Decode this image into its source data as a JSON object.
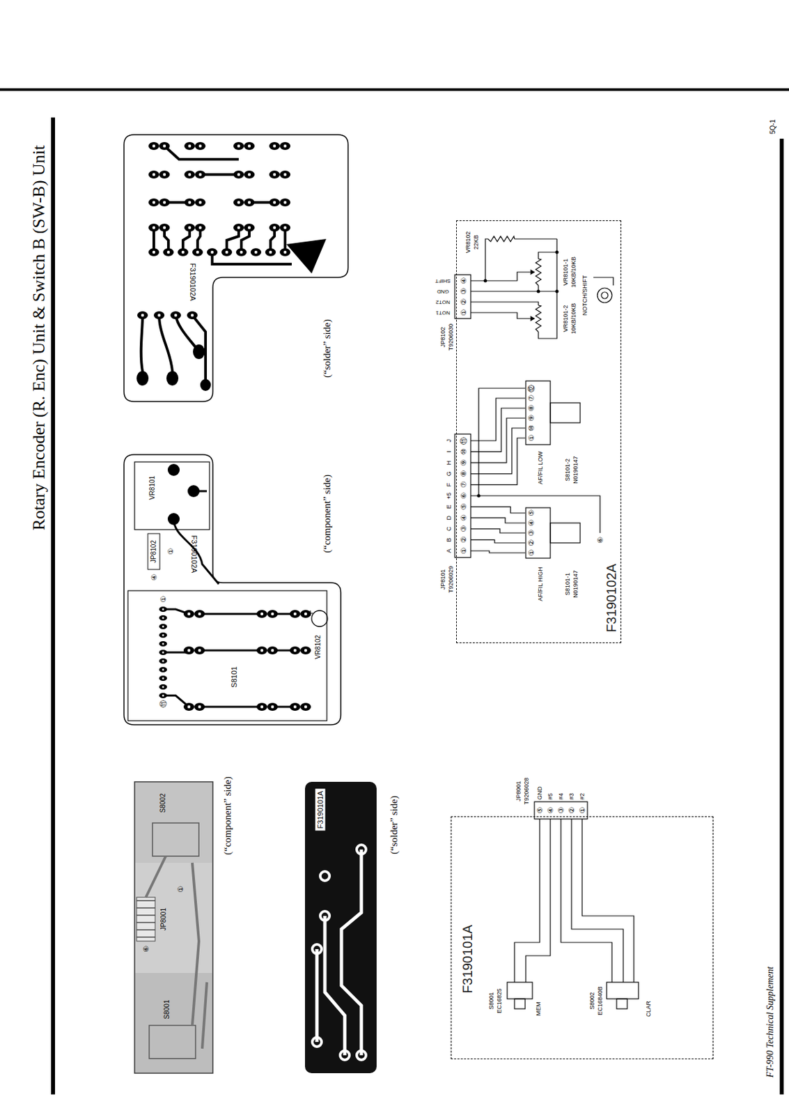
{
  "diagram": {
    "title": "Rotary Encoder (R. Enc) Unit & Switch B (SW-B) Unit",
    "nodes": [
      {
        "text": [
          "F3190101A"
        ]
      },
      {
        "text": [
          "F3190102A"
        ]
      }
    ],
    "labels": [
      "5Q-1",
      "FT-990 Technical Supplement",
      "(“solder” side)",
      "(“component” side)",
      "(“component” side)",
      "(“solder” side)",
      "F3190102A",
      "VR8101",
      "JP8102",
      "④",
      "①",
      "F3190102A",
      "①",
      "⑪",
      "VR8102",
      "S8101",
      "S8002",
      "JP8001",
      "①",
      "⑥",
      "S8001",
      "F3190101A",
      "JP8001",
      "T9206028",
      "GND",
      "#5",
      "#4",
      "#3",
      "#2",
      "⑤",
      "④",
      "③",
      "②",
      "①",
      "S8001",
      "EC16825",
      "MEM",
      "S8002",
      "EC16840B",
      "CLAR",
      "JP8101",
      "T9206029",
      "①",
      "②",
      "③",
      "④",
      "⑤",
      "⑥",
      "⑦",
      "⑧",
      "⑨",
      "⑩",
      "⑪",
      "A",
      "B",
      "C",
      "D",
      "E",
      "+5",
      "F",
      "G",
      "H",
      "I",
      "J",
      "S8101-1",
      "N0190147",
      "AF/FIL HIGH",
      "①",
      "②",
      "③",
      "④",
      "⑤",
      "⑥",
      "S8101-2",
      "N0190147",
      "AF/FIL LOW",
      "①",
      "⑩",
      "⑨",
      "⑧",
      "⑦",
      "⑫",
      "JP8102",
      "T9206030",
      "①",
      "②",
      "③",
      "④",
      "NOT1",
      "NOT2",
      "GND",
      "SHIFT",
      "VR8102",
      "22KB",
      "VR8101-1",
      "10KB/10KB",
      "VR8101-2",
      "10KB/10KB",
      "NOTCH/SHIFT"
    ]
  }
}
